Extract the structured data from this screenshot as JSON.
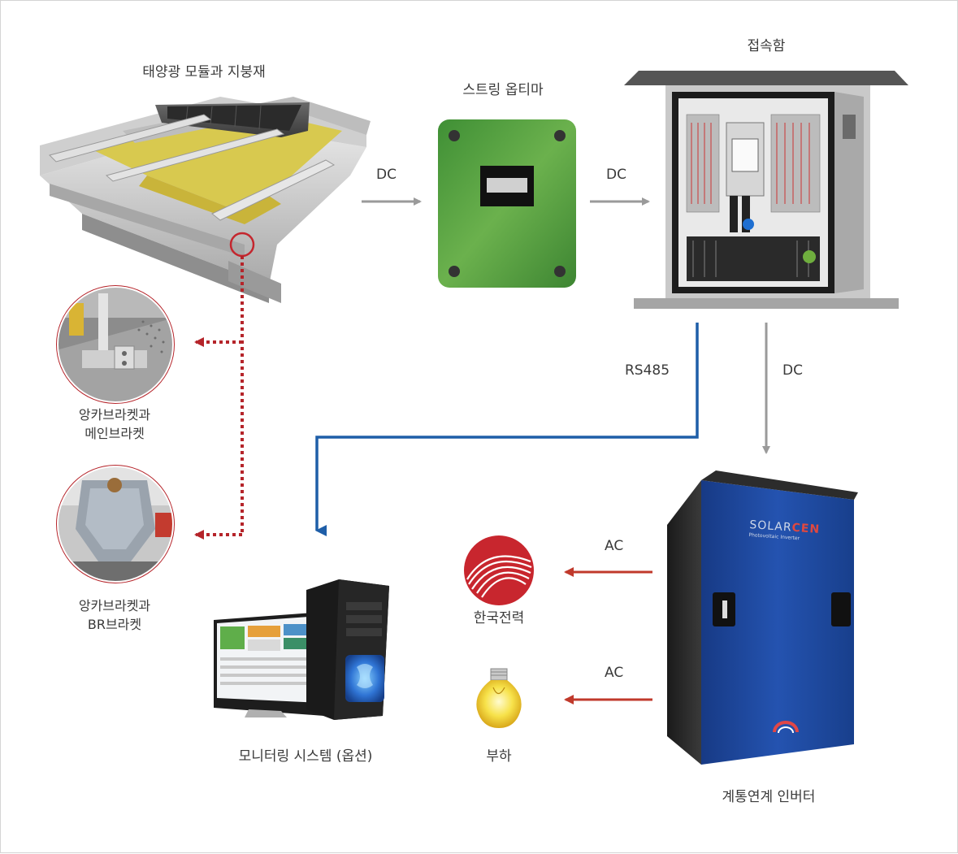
{
  "labels": {
    "roof": "태양광 모듈과 지붕재",
    "optimizer": "스트링 옵티마",
    "junction_box": "접속함",
    "bracket1_line1": "앙카브라켓과",
    "bracket1_line2": "메인브라켓",
    "bracket2_line1": "앙카브라켓과",
    "bracket2_line2": "BR브라켓",
    "monitoring": "모니터링 시스템 (옵션)",
    "kepco": "한국전력",
    "load": "부하",
    "inverter": "계통연계 인버터"
  },
  "connections": {
    "roof_to_optimizer": "DC",
    "optimizer_to_junction": "DC",
    "junction_rs485": "RS485",
    "junction_to_inverter": "DC",
    "inverter_to_kepco": "AC",
    "inverter_to_load": "AC"
  },
  "inverter_brand": {
    "name_part1": "SOLAR",
    "name_part2": "CEN",
    "subtitle": "Photovoltaic Inverter"
  },
  "colors": {
    "dc_arrow": "#9a9a9a",
    "rs485_line": "#1e5ea8",
    "ac_arrow": "#c0392b",
    "bracket_dots": "#b5242a",
    "optimizer_green": "#5aa040",
    "inverter_blue": "#1f4aa0"
  },
  "icons": {
    "roof": "solar-roof-image",
    "optimizer": "string-optimizer-box",
    "junction_box": "junction-box-cabinet",
    "monitoring": "desktop-computer-icon",
    "kepco": "kepco-logo",
    "load": "light-bulb-icon",
    "inverter": "inverter-cabinet"
  }
}
